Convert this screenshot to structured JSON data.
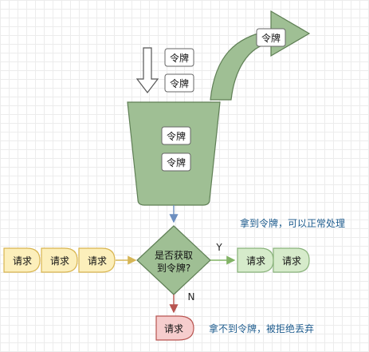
{
  "tokens": {
    "incoming": [
      "令牌",
      "令牌"
    ],
    "bucket": [
      "令牌",
      "令牌"
    ],
    "outgoing": "令牌"
  },
  "requests": {
    "queue": [
      "请求",
      "请求",
      "请求"
    ],
    "accepted": [
      "请求",
      "请求"
    ],
    "rejected": "请求"
  },
  "decision": {
    "line1": "是否获取",
    "line2": "到令牌?"
  },
  "labels": {
    "yes": "Y",
    "no": "N",
    "accepted_caption": "拿到令牌，可以正常处理",
    "rejected_caption": "拿不到令牌，被拒绝丢弃"
  },
  "colors": {
    "bucket_fill": "#9fbf94",
    "bucket_stroke": "#5f7f55",
    "request_fill": "#fcefbb",
    "request_stroke": "#d8b44f",
    "accepted_fill": "#d6ebcb",
    "accepted_stroke": "#89b27b",
    "rejected_fill": "#f6cdcd",
    "rejected_stroke": "#b85450",
    "caption_text": "#1f5d8f"
  }
}
